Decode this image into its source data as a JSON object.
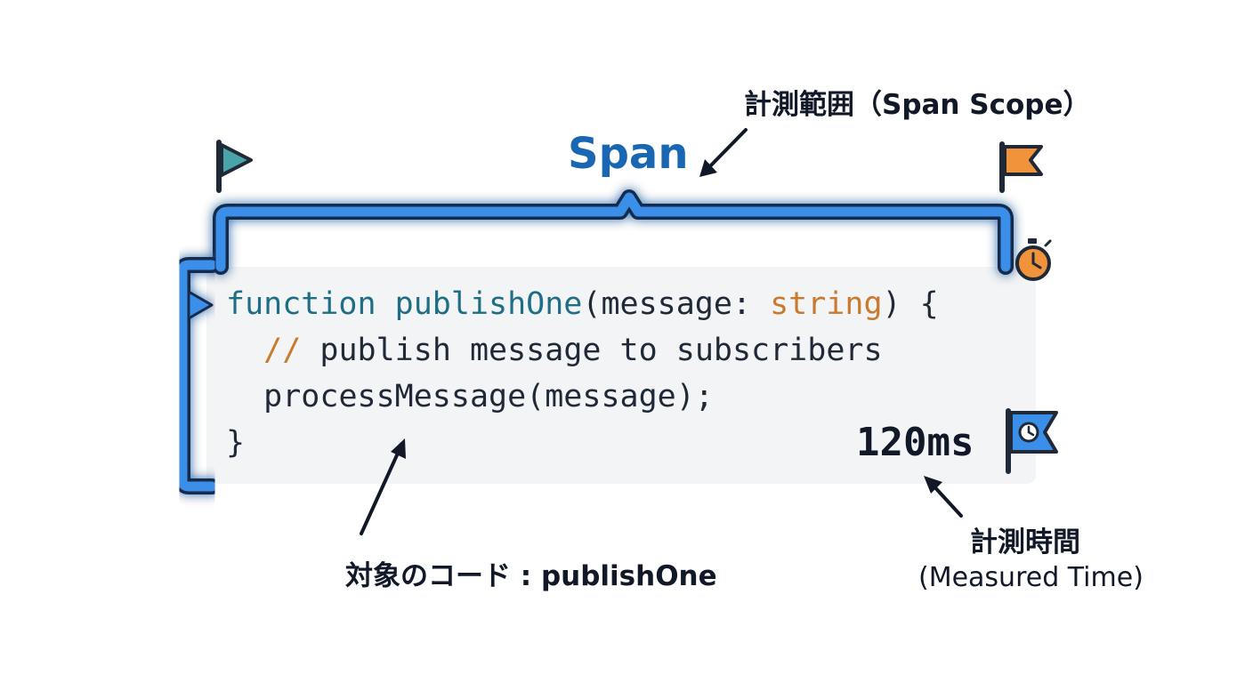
{
  "span_label": "Span",
  "scope_label": "計測範囲（Span Scope）",
  "code": {
    "line1": {
      "keyword": "function",
      "name": "publishOne",
      "open": "(message: ",
      "type": "string",
      "close": ") {"
    },
    "line2": {
      "comment": "//",
      "text": " publish message to subscribers"
    },
    "line3": "processMessage(message);",
    "line4": "}"
  },
  "duration": "120ms",
  "target_label": "対象のコード : publishOne",
  "measured_time_ja": "計測時間",
  "measured_time_en": "(Measured Time)",
  "icons": {
    "start_flag": "teal-flag-icon",
    "end_flag": "orange-flag-icon",
    "stopwatch": "stopwatch-icon",
    "time_flag": "clock-flag-icon"
  },
  "colors": {
    "bracket": "#3b8fe8",
    "bracket_outline": "#13294b",
    "span_text": "#1967b3",
    "keyword": "#1e6f86",
    "type": "#c97a2e",
    "start_flag": "#4aa3a8",
    "end_flag": "#f0933a"
  }
}
